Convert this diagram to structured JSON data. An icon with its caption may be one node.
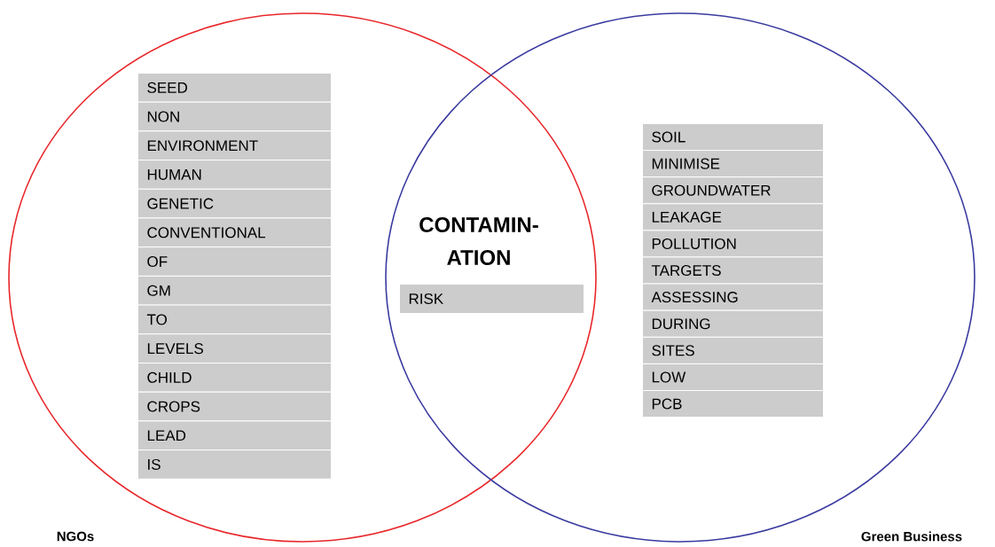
{
  "diagram": {
    "nodes": [
      {
        "text": [
          "NGOs"
        ]
      },
      {
        "text": [
          "Green Business"
        ]
      },
      {
        "text": [
          "SEED"
        ],
        "in": 0
      },
      {
        "text": [
          "NON"
        ],
        "in": 0
      },
      {
        "text": [
          "ENVIRONMENT"
        ],
        "in": 0
      },
      {
        "text": [
          "HUMAN"
        ],
        "in": 0
      },
      {
        "text": [
          "GENETIC"
        ],
        "in": 0
      },
      {
        "text": [
          "CONVENTIONAL"
        ],
        "in": 0
      },
      {
        "text": [
          "OF"
        ],
        "in": 0
      },
      {
        "text": [
          "GM"
        ],
        "in": 0
      },
      {
        "text": [
          "TO"
        ],
        "in": 0
      },
      {
        "text": [
          "LEVELS"
        ],
        "in": 0
      },
      {
        "text": [
          "CHILD"
        ],
        "in": 0
      },
      {
        "text": [
          "CROPS"
        ],
        "in": 0
      },
      {
        "text": [
          "LEAD"
        ],
        "in": 0
      },
      {
        "text": [
          "IS"
        ],
        "in": 0
      },
      {
        "text": [
          "RISK"
        ]
      },
      {
        "text": [
          "SOIL"
        ],
        "in": 1
      },
      {
        "text": [
          "MINIMISE"
        ],
        "in": 1
      },
      {
        "text": [
          "GROUNDWATER"
        ],
        "in": 1
      },
      {
        "text": [
          "LEAKAGE"
        ],
        "in": 1
      },
      {
        "text": [
          "POLLUTION"
        ],
        "in": 1
      },
      {
        "text": [
          "TARGETS"
        ],
        "in": 1
      },
      {
        "text": [
          "ASSESSING"
        ],
        "in": 1
      },
      {
        "text": [
          "DURING"
        ],
        "in": 1
      },
      {
        "text": [
          "SITES"
        ],
        "in": 1
      },
      {
        "text": [
          "LOW"
        ],
        "in": 1
      },
      {
        "text": [
          "PCB"
        ],
        "in": 1
      }
    ],
    "labels": [
      "CONTAMIN- ATION"
    ]
  }
}
